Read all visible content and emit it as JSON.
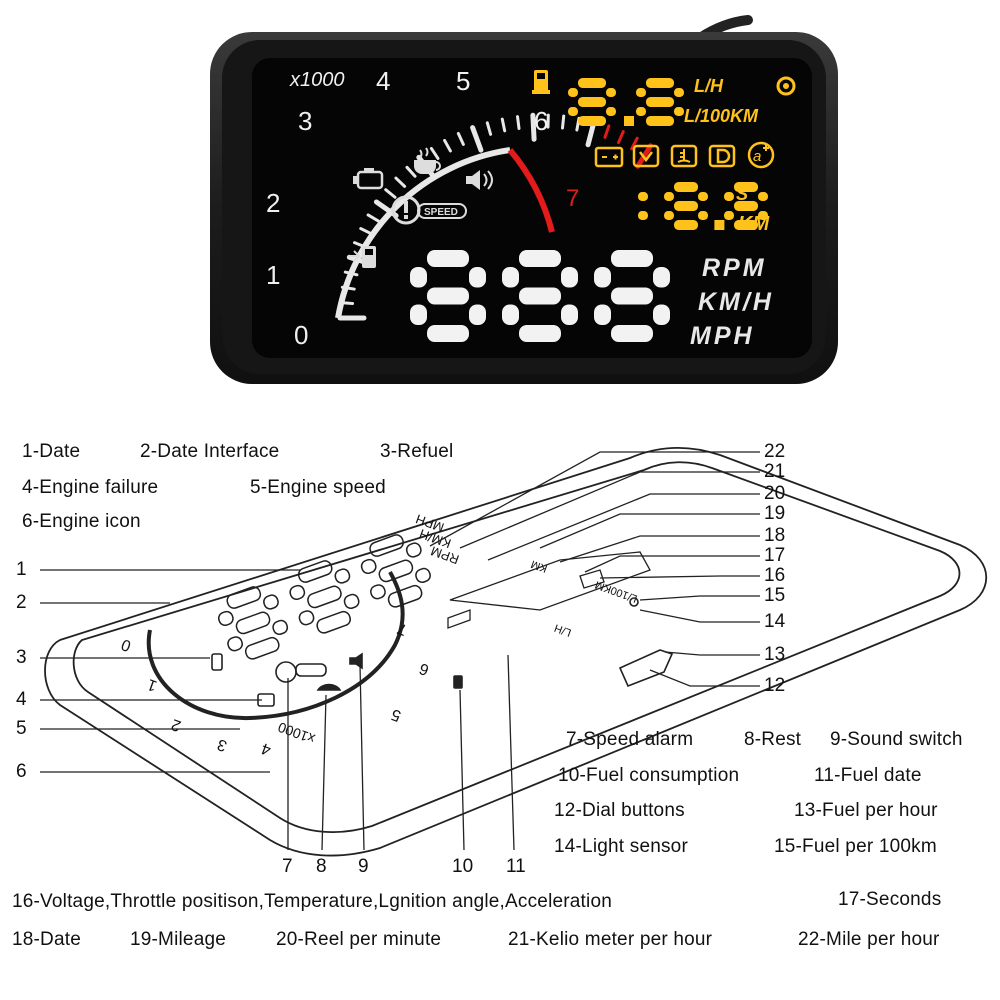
{
  "hud": {
    "multiplier": "x1000",
    "tach_labels": [
      "0",
      "1",
      "2",
      "3",
      "4",
      "5",
      "6",
      "7"
    ],
    "fuel_rate_value": "8.8",
    "fuel_units": [
      "L/H",
      "L/100KM"
    ],
    "secondary_value": "18.8",
    "secondary_units": [
      "S",
      "KM"
    ],
    "speed_value": "888",
    "speed_units": [
      "RPM",
      "KM/H",
      "MPH"
    ],
    "speed_warning_text": "SPEED",
    "colors": {
      "amber": "#ffc21a",
      "red": "#e31b1b",
      "white": "#f2f2f2",
      "screen": "#050505"
    }
  },
  "legend": {
    "l1": "1-Date",
    "l2": "2-Date Interface",
    "l3": "3-Refuel",
    "l4": "4-Engine failure",
    "l5": "5-Engine speed",
    "l6": "6-Engine icon",
    "l7": "7-Speed alarm",
    "l8": "8-Rest",
    "l9": "9-Sound switch",
    "l10": "10-Fuel consumption",
    "l11": "11-Fuel date",
    "l12": "12-Dial buttons",
    "l13": "13-Fuel per hour",
    "l14": "14-Light sensor",
    "l15": "15-Fuel per 100km",
    "l16": "16-Voltage,Throttle positison,Temperature,Lgnition angle,Acceleration",
    "l17": "17-Seconds",
    "l18": "18-Date",
    "l19": "19-Mileage",
    "l20": "20-Reel per minute",
    "l21": "21-Kelio meter per hour",
    "l22": "22-Mile per hour"
  },
  "callouts": {
    "left": [
      "1",
      "2",
      "3",
      "4",
      "5",
      "6"
    ],
    "bottom": [
      "7",
      "8",
      "9",
      "10",
      "11"
    ],
    "right": [
      "22",
      "21",
      "20",
      "19",
      "18",
      "17",
      "16",
      "15",
      "14",
      "13",
      "12"
    ]
  }
}
